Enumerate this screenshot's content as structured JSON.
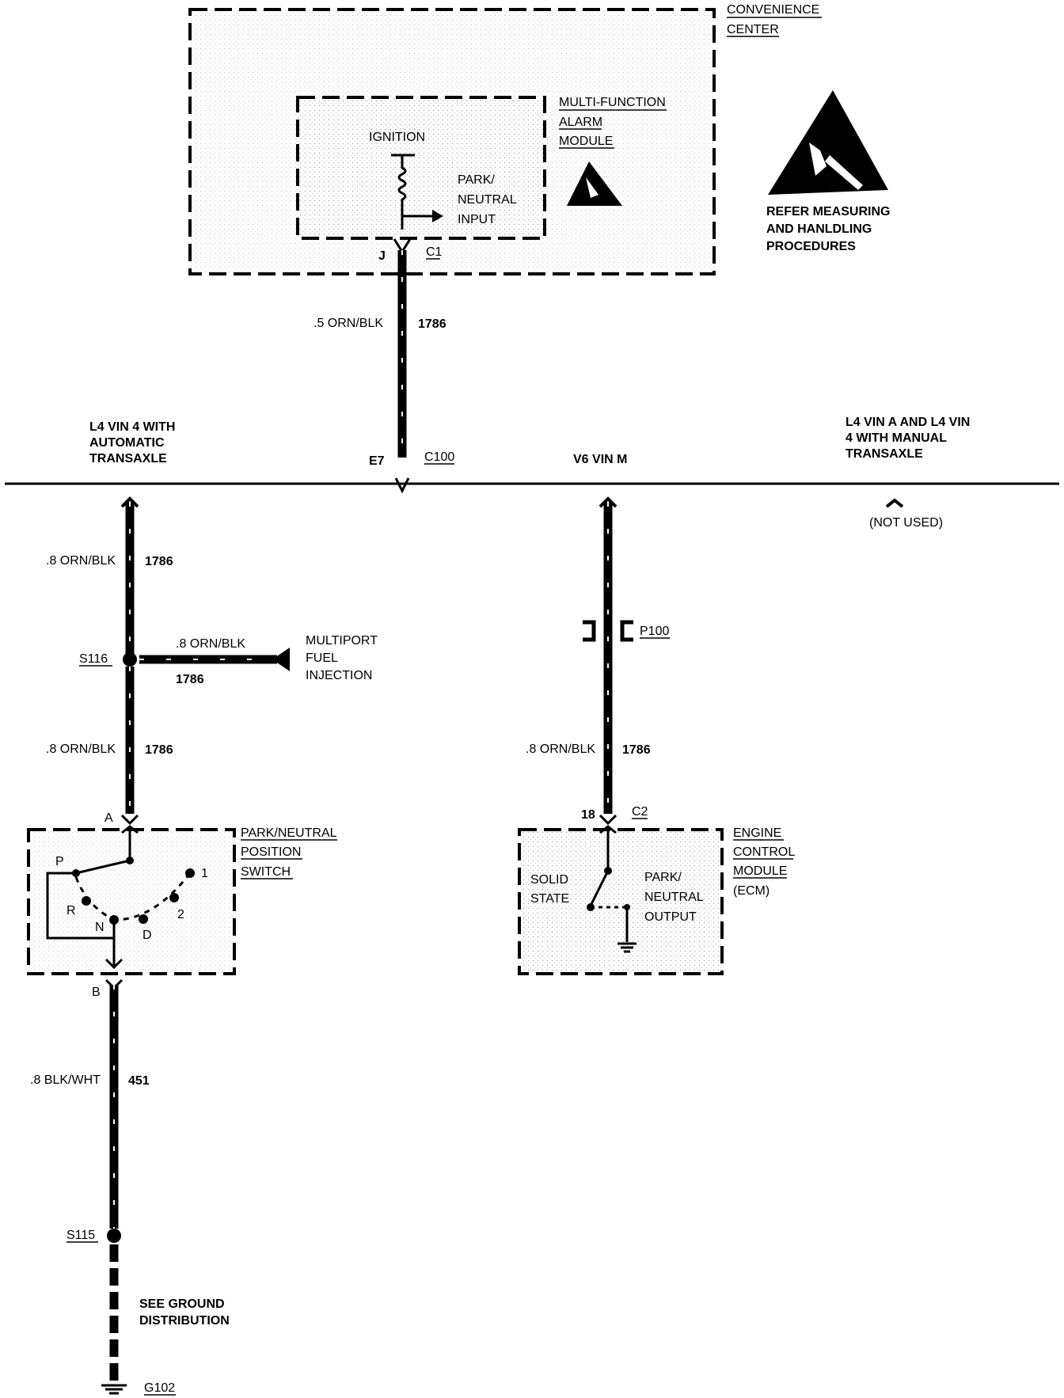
{
  "convenience_center": {
    "line1": "CONVENIENCE",
    "line2": "CENTER"
  },
  "alarm_module": {
    "line1": "MULTI-FUNCTION",
    "line2": "ALARM",
    "line3": "MODULE"
  },
  "ignition_label": "IGNITION",
  "park_neutral_input": {
    "line1": "PARK/",
    "line2": "NEUTRAL",
    "line3": "INPUT"
  },
  "esd_note": {
    "line1": "REFER MEASURING",
    "line2": "AND HANLDLING",
    "line3": "PROCEDURES"
  },
  "connector_j": "J",
  "connector_c1": "C1",
  "wire_top": {
    "gauge_color": ".5 ORN/BLK",
    "circuit": "1786"
  },
  "bus": {
    "left_option": {
      "line1": "L4 VIN 4 WITH",
      "line2": "AUTOMATIC",
      "line3": "TRANSAXLE"
    },
    "middle_option": "V6 VIN M",
    "right_option": {
      "line1": "L4 VIN A AND L4 VIN",
      "line2": "4 WITH MANUAL",
      "line3": "TRANSAXLE"
    },
    "pin_e7": "E7",
    "connector_c100": "C100",
    "not_used": "(NOT USED)"
  },
  "left_branch": {
    "wire_upper": {
      "gauge_color": ".8 ORN/BLK",
      "circuit": "1786"
    },
    "splice": "S116",
    "branch_wire": {
      "gauge_color": ".8 ORN/BLK",
      "circuit": "1786"
    },
    "mfi": {
      "line1": "MULTIPORT",
      "line2": "FUEL",
      "line3": "INJECTION"
    },
    "wire_lower": {
      "gauge_color": ".8 ORN/BLK",
      "circuit": "1786"
    },
    "pin_a": "A",
    "pin_b": "B",
    "switch_title": {
      "line1": "PARK/NEUTRAL",
      "line2": "POSITION",
      "line3": "SWITCH"
    },
    "positions": {
      "p": "P",
      "r": "R",
      "n": "N",
      "d": "D",
      "two": "2",
      "one": "1"
    },
    "ground_wire": {
      "gauge_color": ".8 BLK/WHT",
      "circuit": "451"
    },
    "splice_ground": "S115",
    "ground_note": {
      "line1": "SEE GROUND",
      "line2": "DISTRIBUTION"
    },
    "ground": "G102"
  },
  "middle_branch": {
    "connector_p100": "P100",
    "wire": {
      "gauge_color": ".8 ORN/BLK",
      "circuit": "1786"
    },
    "pin_18": "18",
    "connector_c2": "C2",
    "ecm_title": {
      "line1": "ENGINE",
      "line2": "CONTROL",
      "line3": "MODULE",
      "line4": "(ECM)"
    },
    "solid_state": {
      "line1": "SOLID",
      "line2": "STATE"
    },
    "pn_output": {
      "line1": "PARK/",
      "line2": "NEUTRAL",
      "line3": "OUTPUT"
    }
  }
}
